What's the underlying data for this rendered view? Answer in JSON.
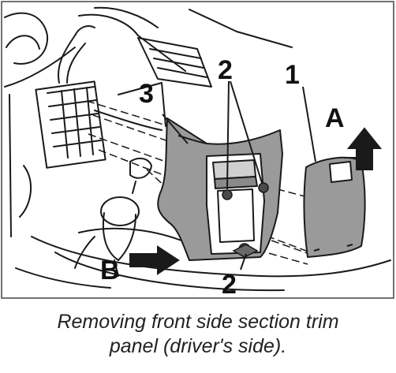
{
  "callouts": {
    "panel_cover": "1",
    "fasteners_top": "2",
    "fastener_bottom": "2",
    "trim_panel": "3",
    "direction_lift": "A",
    "direction_pull": "B"
  },
  "caption": {
    "line1": "Removing front side section trim",
    "line2": "panel (driver's side)."
  },
  "colors": {
    "panel_fill": "#9a9a9a",
    "line_art": "#1a1a1a",
    "background": "#ffffff",
    "fastener": "#4a4a4a"
  }
}
